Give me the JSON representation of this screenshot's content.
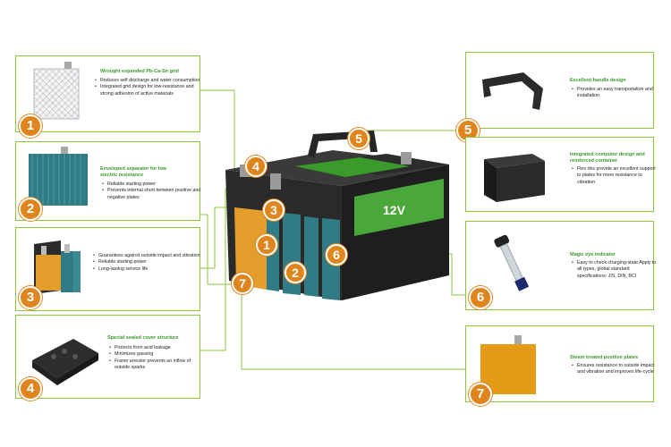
{
  "colors": {
    "accent": "#e0851e",
    "border": "#8cc63f",
    "title": "#3a9a2a"
  },
  "panels": [
    {
      "num": "1",
      "title": "Wrought expanded Pb-Ca-Sn grid",
      "bullets": [
        "Reduces self discharge and water consumption",
        "Integrated grid design for low-resistance and strong adhesion of active materials"
      ]
    },
    {
      "num": "2",
      "title": "Enveloped separator for low electric resistance",
      "bullets": [
        "Reliable starting power",
        "Prevents internal short between positive and negative plates"
      ]
    },
    {
      "num": "3",
      "title": "",
      "bullets": [
        "Guarantees against outside impact and vibration",
        "Reliable starting power",
        "Long-lasting service life"
      ]
    },
    {
      "num": "4",
      "title": "Special sealed cover structure",
      "bullets": [
        "Protects from acid leakage",
        "Minimizes gassing",
        "Frame arrestor prevents an inflow of outside sparks"
      ]
    },
    {
      "num": "5",
      "title": "Excellent handle design",
      "bullets": [
        "Provides an easy transportation and installation"
      ]
    },
    {
      "num": "",
      "title": "Integrated computer design and reinforced container",
      "bullets": [
        "Flex ribs provide an excellent support to plates for more resistance to vibration"
      ]
    },
    {
      "num": "6",
      "title": "Magic eye indicator",
      "bullets": [
        "Easy to check charging-state Apply to all types, global standard specifications: JIS, DIN, BCI"
      ]
    },
    {
      "num": "7",
      "title": "Steam treated positive plates",
      "bullets": [
        "Ensures resistance to outside impact and vibration and improves life-cycle"
      ]
    }
  ],
  "battery": {
    "label": "12V"
  }
}
